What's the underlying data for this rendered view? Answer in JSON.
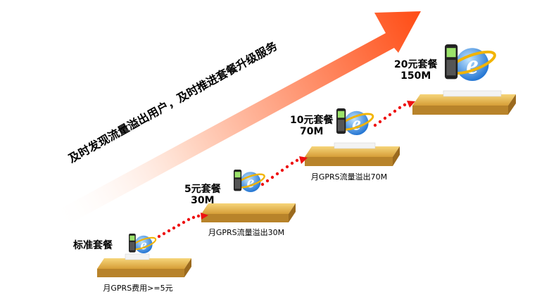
{
  "arrow": {
    "text": "及时发现流量溢出用户，及时推进套餐升级服务"
  },
  "steps": [
    {
      "name_line1": "标准套餐",
      "name_line2": "",
      "note": "月GPRS费用>=5元"
    },
    {
      "name_line1": "5元套餐",
      "name_line2": "30M",
      "note": "月GPRS流量溢出30M"
    },
    {
      "name_line1": "10元套餐",
      "name_line2": "70M",
      "note": "月GPRS流量溢出70M"
    },
    {
      "name_line1": "20元套餐",
      "name_line2": "150M",
      "note": ""
    }
  ],
  "colors": {
    "arrow_start": "#ffffff",
    "arrow_end": "#ff4a12",
    "platform_top": "#e6b84a",
    "platform_side": "#b8832a",
    "dots": "#ee1111"
  },
  "icons": [
    "internet-explorer-icon",
    "mobile-phone-icon"
  ]
}
